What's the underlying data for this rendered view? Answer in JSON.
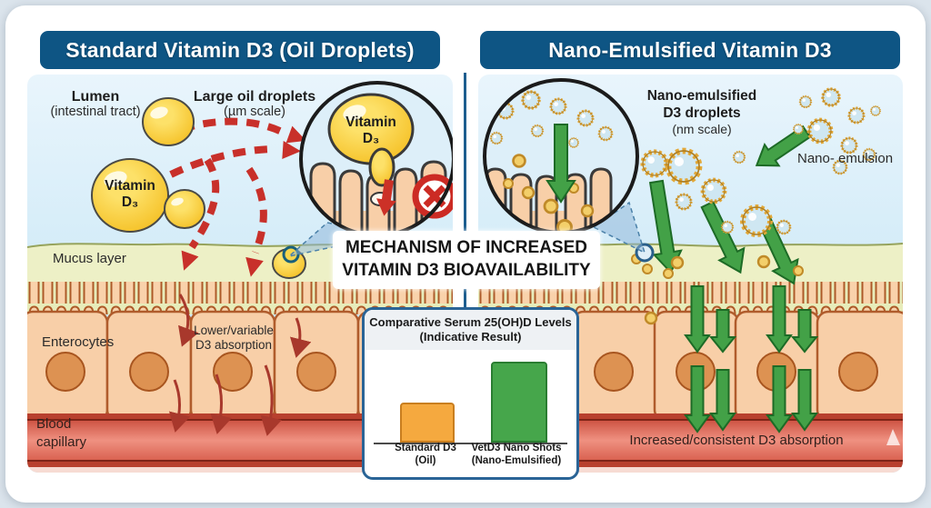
{
  "left_panel": {
    "title": "Standard Vitamin D3 (Oil Droplets)",
    "lumen_label": "Lumen",
    "lumen_sub": "(intestinal tract)",
    "droplet_label": "Large oil droplets",
    "droplet_sub": "(µm scale)",
    "vitamin_blob_label": "Vitamin\nD₃",
    "vitamin_circle_label": "Vitamin\nD₃",
    "mucus_label": "Mucus layer",
    "enterocytes_label": "Enterocytes",
    "absorption_label": "Lower/variable\nD3 absorption",
    "capillary_label": "Blood\ncapillary"
  },
  "right_panel": {
    "title": "Nano-Emulsified Vitamin D3",
    "droplet_label": "Nano-emulsified\nD3 droplets",
    "droplet_sub": "(nm scale)",
    "nano_emulsion_label": "Nano- emulsion",
    "absorption_label": "Increased/consistent D3 absorption"
  },
  "center": {
    "mechanism_title": "MECHANISM OF INCREASED\nVITAMIN D3 BIOAVAILABILITY"
  },
  "chart_data": {
    "type": "bar",
    "title": "Comparative Serum 25(OH)D Levels",
    "subtitle": "(Indicative Result)",
    "categories": [
      "Standard D3\n(Oil)",
      "VetD3 Nano Shots\n(Nano-Emulsified)"
    ],
    "values": [
      40,
      85
    ],
    "value_unit": "relative level (indicative, unlabeled axis)",
    "colors": [
      "#F5A93F",
      "#46A64B"
    ],
    "legend": "none",
    "grid": false
  },
  "colors": {
    "header_bg": "#0E5584",
    "divider_blue": "#1D5E8F",
    "red_arrow": "#C8302A",
    "green_arrow": "#43A147",
    "droplet_yellow": "#F7CF3E",
    "nano_ring_orange": "#E2A838",
    "mucus": "#EDF0C6",
    "cell_peach": "#F8CFA8",
    "capillary_red": "#D95B4C"
  },
  "icons": {
    "no_absorption": "crossed-circle",
    "magnifier_left": "magnified-villi-view",
    "magnifier_right": "magnified-villi-view"
  }
}
